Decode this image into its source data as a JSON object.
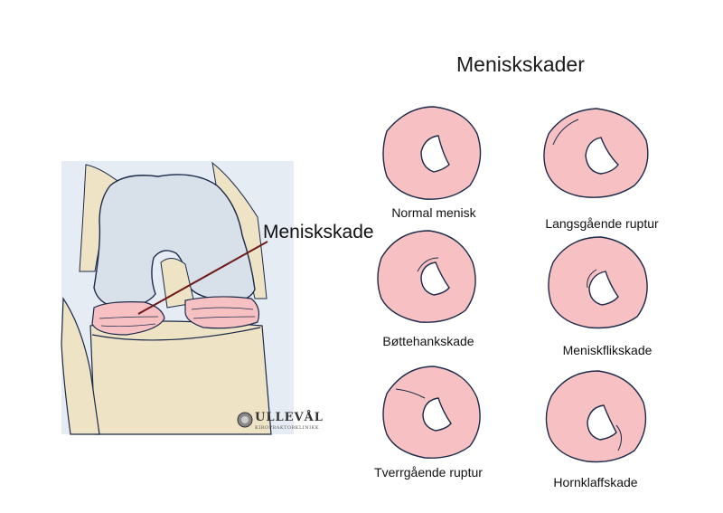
{
  "title": "Meniskskader",
  "callout": "Meniskskade",
  "captions": {
    "normal": "Normal menisk",
    "longitudinal": "Langsgående ruptur",
    "bucket_handle": "Bøttehankskade",
    "flap": "Meniskflikskade",
    "transverse": "Tverrgående ruptur",
    "horn_flap": "Hornklaffskade"
  },
  "logo": {
    "word": "ULLEVÅL",
    "sub": "KIROPRAKTORKLINIKK"
  },
  "colors": {
    "meniscus_fill": "#f7c1c3",
    "outline": "#1b2a4a",
    "bone_fill": "#d8e0ea",
    "cartilage_fill": "#efe3c6",
    "callout_line": "#6e1a1a"
  }
}
